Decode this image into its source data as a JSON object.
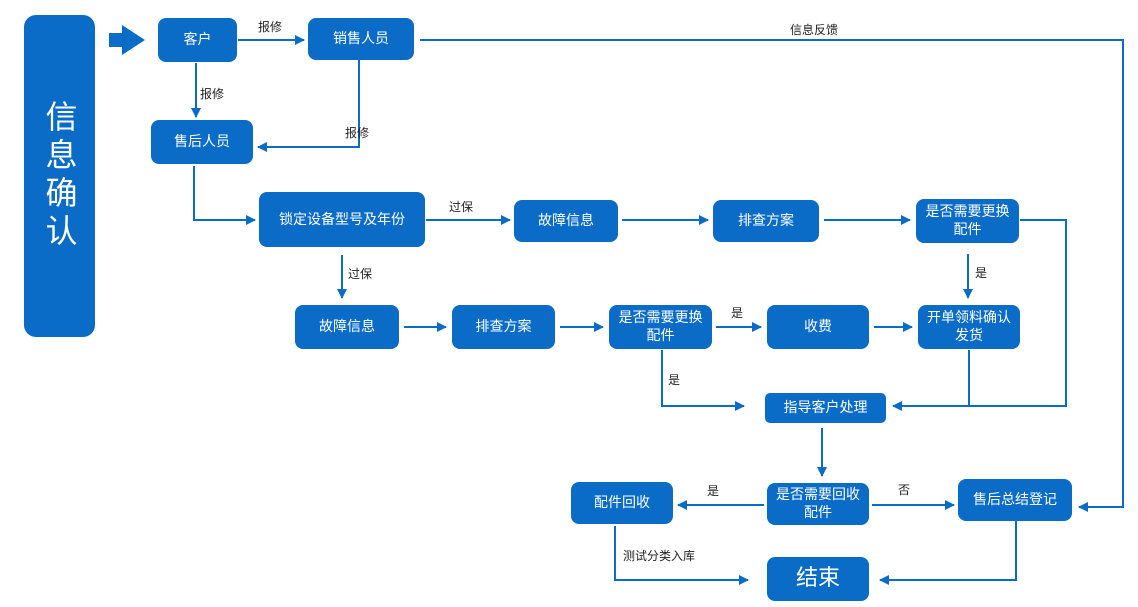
{
  "title": "信息确认",
  "nodes": {
    "customer": "客户",
    "sales": "销售人员",
    "aftersales": "售后人员",
    "lock_model": "锁定设备型号及年份",
    "fault_info_top": "故障信息",
    "plan_top": "排查方案",
    "need_replace_top": "是否需要更换配件",
    "fault_info_mid": "故障信息",
    "plan_mid": "排查方案",
    "need_replace_mid": "是否需要更换配件",
    "charge": "收费",
    "issue_parts": "开单领料确认发货",
    "guide_customer": "指导客户处理",
    "need_recycle": "是否需要回收配件",
    "parts_recycle": "配件回收",
    "summary": "售后总结登记",
    "end": "结束"
  },
  "edge_labels": {
    "report1": "报修",
    "report2": "报修",
    "report3": "报修",
    "feedback": "信息反馈",
    "warranty1": "过保",
    "warranty2": "过保",
    "yes1": "是",
    "yes2": "是",
    "yes3": "是",
    "yes4": "是",
    "no1": "否",
    "test_store": "测试分类入库"
  },
  "colors": {
    "primary": "#0a6cc7",
    "text": "#222222"
  }
}
